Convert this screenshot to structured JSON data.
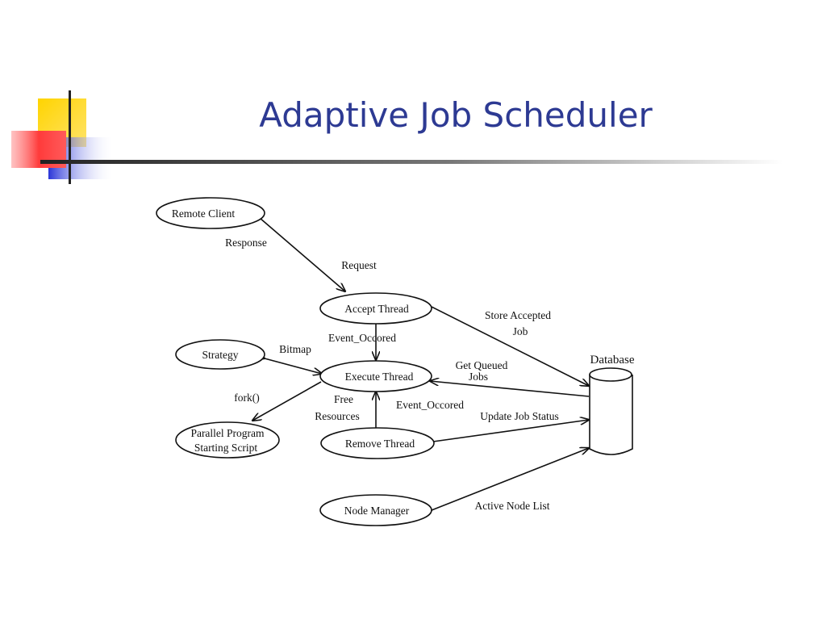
{
  "slide": {
    "title": "Adaptive Job Scheduler"
  },
  "nodes": {
    "remote_client": "Remote Client",
    "accept_thread": "Accept Thread",
    "strategy": "Strategy",
    "execute_thread": "Execute Thread",
    "parallel_program_line1": "Parallel Program",
    "parallel_program_line2": "Starting Script",
    "remove_thread": "Remove Thread",
    "node_manager": "Node Manager",
    "database": "Database"
  },
  "edges": {
    "response": "Response",
    "request": "Request",
    "event_occured_1": "Event_Occored",
    "bitmap": "Bitmap",
    "fork": "fork()",
    "store_accepted_line1": "Store Accepted",
    "store_accepted_line2": "Job",
    "get_queued_line1": "Get Queued",
    "get_queued_line2": "Jobs",
    "free_resources_line1": "Free",
    "free_resources_line2": "Resources",
    "event_occured_2": "Event_Occored",
    "update_job_status": "Update Job Status",
    "active_node_list": "Active Node List"
  },
  "colors": {
    "title": "#2d3a93",
    "deco_yellow": "#ffd500",
    "deco_red": "#ff4a4a",
    "deco_blue": "#2a35d8",
    "rule": "#222222"
  }
}
